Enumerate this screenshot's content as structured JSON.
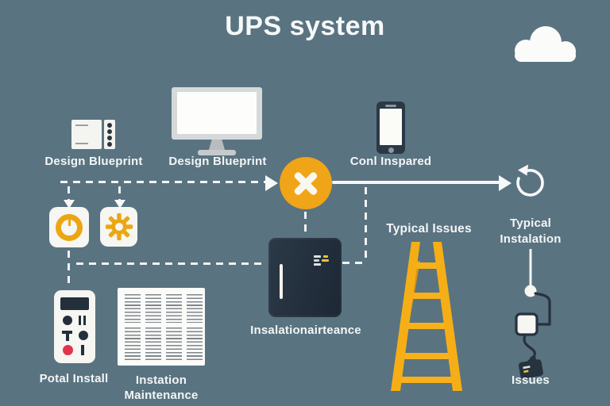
{
  "title": "UPS system",
  "labels": {
    "blueprint_device": "Design Blueprint",
    "monitor": "Design Blueprint",
    "phone": "Conl Inspared",
    "ups_unit": "Insalationairteance",
    "typical_issues": "Typical Issues",
    "typical_installation_line1": "Typical",
    "typical_installation_line2": "Instalation",
    "remote": "Potal Install",
    "document_line1": "Instation",
    "document_line2": "Maintenance",
    "issues": "Issues"
  },
  "palette": {
    "background": "#597381",
    "accent_orange": "#f0a417",
    "dark_navy": "#26323e",
    "white": "#f6f6f2",
    "ladder_yellow": "#f6ae16",
    "red_dot": "#e0354b"
  },
  "icons": [
    "cloud-icon",
    "ups-device-icon",
    "monitor-icon",
    "phone-icon",
    "x-circle-icon",
    "refresh-icon",
    "clock-icon",
    "gear-icon",
    "ups-box-icon",
    "remote-control-icon",
    "document-icon",
    "ladder-icon",
    "junction-dot-icon",
    "outlet-icon",
    "plug-icon"
  ]
}
